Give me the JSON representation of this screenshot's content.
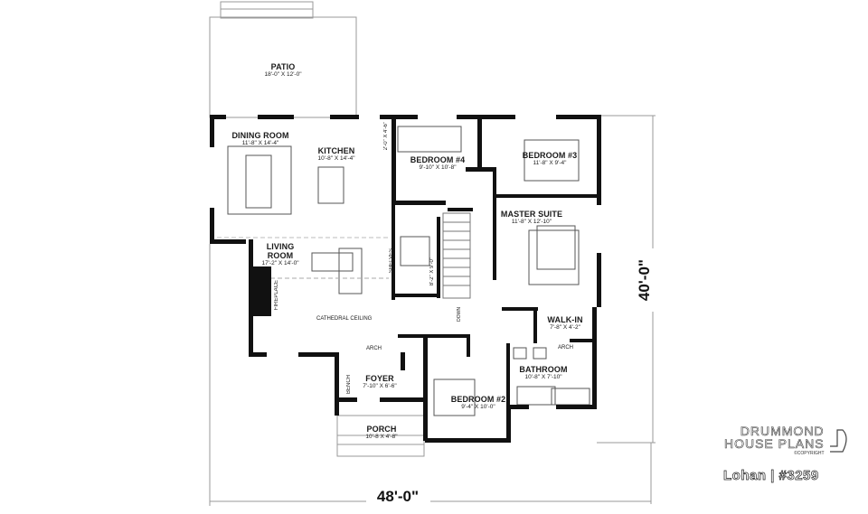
{
  "plan": {
    "name": "Lohan | #3259",
    "brand_line1": "DRUMMOND",
    "brand_line2": "HOUSE PLANS",
    "copyright": "©COPYRIGHT",
    "overall_width": "48'-0\"",
    "overall_depth": "40'-0\""
  },
  "rooms": {
    "patio": {
      "name": "PATIO",
      "dims": "18'-0\" X 12'-0\""
    },
    "dining": {
      "name": "DINING ROOM",
      "dims": "11'-8\" X 14'-4\""
    },
    "kitchen": {
      "name": "KITCHEN",
      "dims": "10'-8\" X 14'-4\""
    },
    "bedroom4": {
      "name": "BEDROOM #4",
      "dims": "9'-10\" X 10'-8\""
    },
    "bedroom3": {
      "name": "BEDROOM #3",
      "dims": "11'-8\" X 9'-4\""
    },
    "master": {
      "name": "MASTER SUITE",
      "dims": "11'-8\" X 12'-10\""
    },
    "living": {
      "name_line1": "LIVING",
      "name_line2": "ROOM",
      "dims": "17'-2\" X 14'-0\""
    },
    "walkin": {
      "name": "WALK-IN",
      "dims": "7'-8\" X 4'-2\""
    },
    "bathroom": {
      "name": "BATHROOM",
      "dims": "10'-8\" X 7'-10\""
    },
    "foyer": {
      "name": "FOYER",
      "dims": "7'-10\" X 6'-6\""
    },
    "bedroom2": {
      "name": "BEDROOM #2",
      "dims": "9'-4\" X 10'-0\""
    },
    "porch": {
      "name": "PORCH",
      "dims": "10'-8 X 4'-8\""
    },
    "hall_bath": {
      "dims": "8'-2\" X 9'-0\""
    },
    "pantry": {
      "dims": "2'-0\" X 4'-6\""
    }
  },
  "annotations": {
    "shelves": "SHELVES",
    "fireplace": "FIREPLACE",
    "cathedral": "CATHEDRAL CEILING",
    "arch_living": "ARCH",
    "arch_bath": "ARCH",
    "bench": "BENCH",
    "down": "DOWN"
  }
}
